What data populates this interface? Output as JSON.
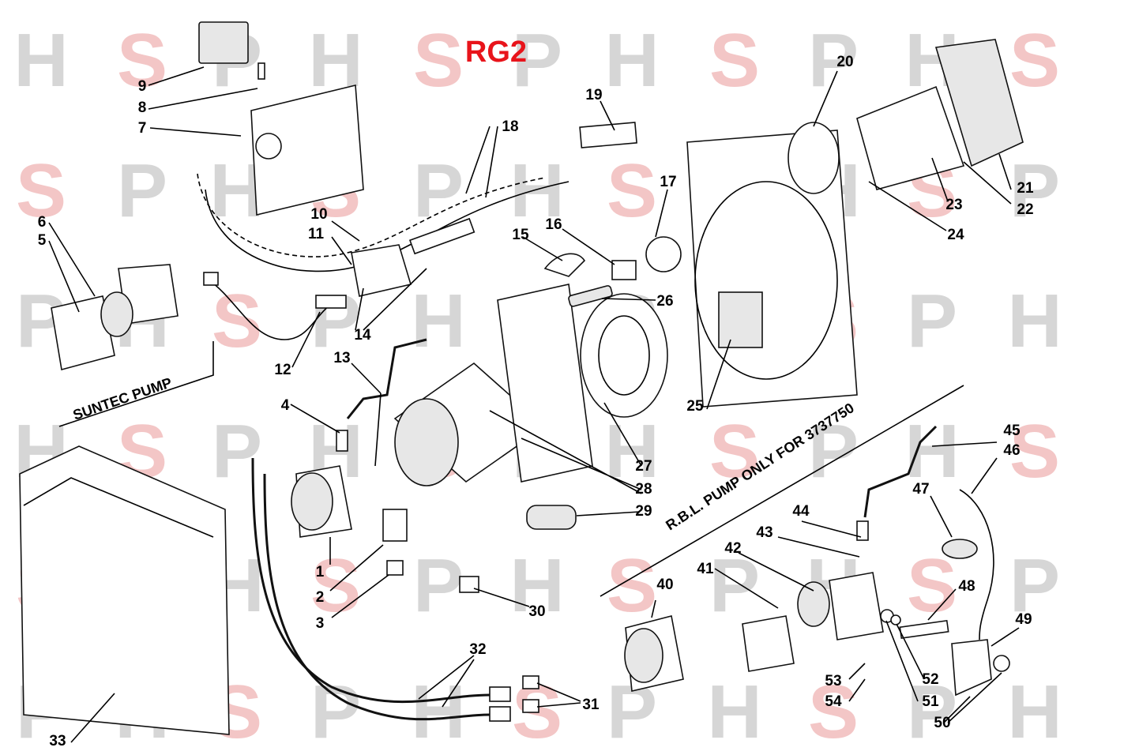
{
  "title": "RG2",
  "notes": {
    "suntec": "SUNTEC PUMP",
    "rbl": "R.B.L. PUMP ONLY FOR 3737750"
  },
  "watermark": {
    "letters": [
      "H",
      "S",
      "P"
    ],
    "grey": "#d6d6d6",
    "pink": "#f3c6c6"
  },
  "labels": [
    "1",
    "2",
    "3",
    "4",
    "5",
    "6",
    "7",
    "8",
    "9",
    "10",
    "11",
    "12",
    "13",
    "14",
    "15",
    "16",
    "17",
    "18",
    "19",
    "20",
    "21",
    "22",
    "23",
    "24",
    "25",
    "26",
    "27",
    "28",
    "29",
    "30",
    "31",
    "32",
    "33",
    "40",
    "41",
    "42",
    "43",
    "44",
    "45",
    "46",
    "47",
    "48",
    "49",
    "50",
    "51",
    "52",
    "53",
    "54"
  ],
  "colors": {
    "title": "#e8141b",
    "ink": "#000000"
  }
}
